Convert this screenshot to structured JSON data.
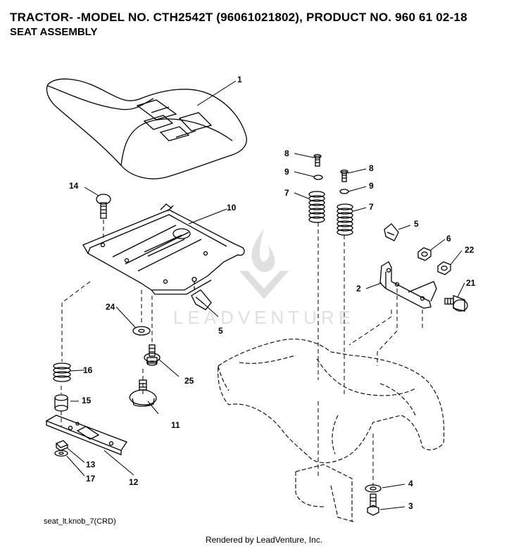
{
  "header": {
    "title": "TRACTOR- -MODEL NO. CTH2542T (96061021802), PRODUCT NO. 960 61 02-18",
    "subtitle": "SEAT ASSEMBLY"
  },
  "watermark": {
    "text": "LEADVENTURE",
    "icon": "leadventure-flame-logo"
  },
  "callouts": {
    "c1": "1",
    "c2": "2",
    "c3": "3",
    "c4": "4",
    "c5a": "5",
    "c5b": "5",
    "c6": "6",
    "c7a": "7",
    "c7b": "7",
    "c8a": "8",
    "c8b": "8",
    "c9a": "9",
    "c9b": "9",
    "c10": "10",
    "c11": "11",
    "c12": "12",
    "c13": "13",
    "c14": "14",
    "c15": "15",
    "c16": "16",
    "c17": "17",
    "c21": "21",
    "c22": "22",
    "c24": "24",
    "c25": "25"
  },
  "footer": {
    "diagram_id": "seat_lt.knob_7(CRD)",
    "rendered_by": "Rendered by LeadVenture, Inc."
  }
}
